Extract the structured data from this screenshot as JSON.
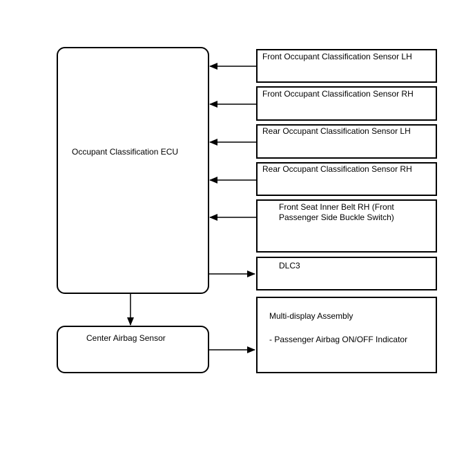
{
  "ecu": {
    "label": "Occupant Classification ECU"
  },
  "center_airbag": {
    "label": "Center Airbag Sensor"
  },
  "inputs": [
    {
      "label": "Front Occupant Classification Sensor LH"
    },
    {
      "label": "Front Occupant Classification Sensor RH"
    },
    {
      "label": "Rear Occupant Classification Sensor LH"
    },
    {
      "label": "Rear Occupant Classification Sensor RH"
    },
    {
      "line1": "Front Seat Inner Belt RH (Front",
      "line2": "Passenger Side Buckle Switch)"
    }
  ],
  "dlc3": {
    "label": "DLC3"
  },
  "multi_display": {
    "title": "Multi-display Assembly",
    "item": "- Passenger Airbag ON/OFF Indicator"
  }
}
